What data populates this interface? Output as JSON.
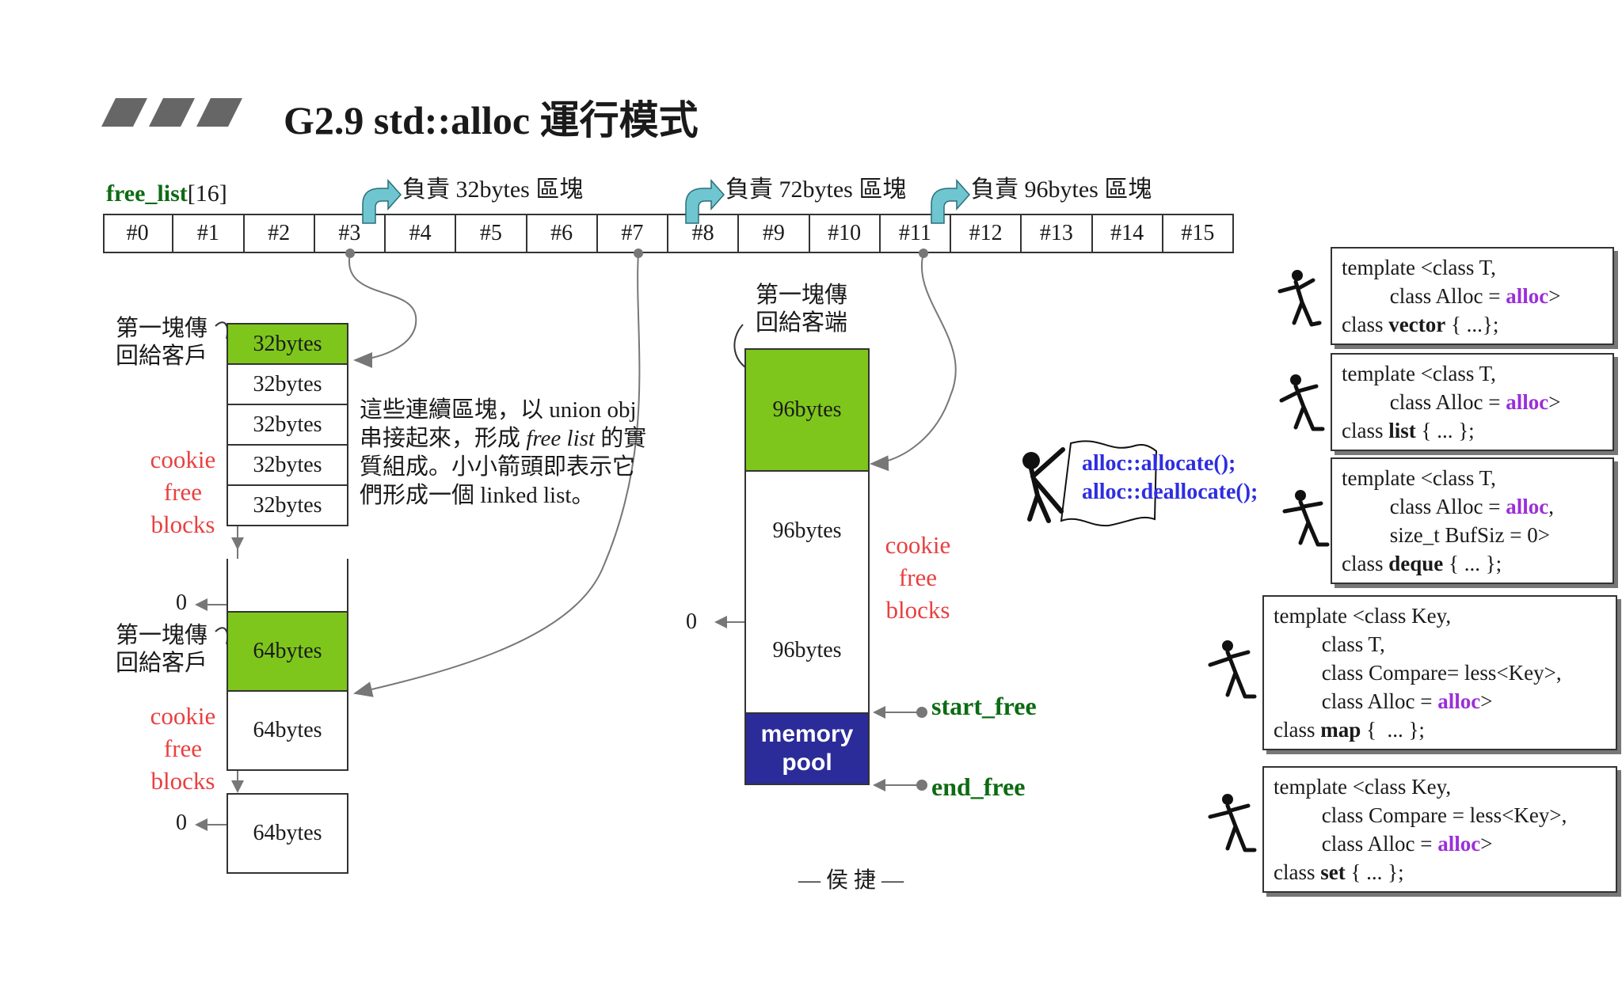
{
  "title": "G2.9 std::alloc 運行模式",
  "free_list": {
    "name": "free_list",
    "size": "[16]",
    "cells": [
      "#0",
      "#1",
      "#2",
      "#3",
      "#4",
      "#5",
      "#6",
      "#7",
      "#8",
      "#9",
      "#10",
      "#11",
      "#12",
      "#13",
      "#14",
      "#15"
    ]
  },
  "responsibilities": [
    "負責 32bytes 區塊",
    "負責 72bytes 區塊",
    "負責 96bytes 區塊"
  ],
  "left": {
    "first_block_label_1": "第一塊傳\n回給客戶",
    "first_block_label_2": "第一塊傳\n回給客戶",
    "cookie_free_1": "cookie\nfree\nblocks",
    "cookie_free_2": "cookie\nfree\nblocks",
    "blocks32": [
      "32bytes",
      "32bytes",
      "32bytes",
      "32bytes",
      "32bytes"
    ],
    "blocks64": [
      "64bytes",
      "64bytes",
      "64bytes"
    ],
    "zero": "0"
  },
  "explanation": [
    "這些連續區塊，以 union obj",
    "串接起來，形成 free list 的實",
    "質組成。小小箭頭即表示它",
    "們形成一個 linked list。"
  ],
  "middle": {
    "first_block_label": "第一塊傳\n回給客端",
    "blocks96": [
      "96bytes",
      "96bytes",
      "96bytes"
    ],
    "cookie_free": "cookie\nfree\nblocks",
    "memory_pool": "memory\npool",
    "start_free": "start_free",
    "end_free": "end_free",
    "zero": "0"
  },
  "footer": "— 侯 捷 —",
  "flag": {
    "line1": "alloc::allocate();",
    "line2": "alloc::deallocate();"
  },
  "code_boxes": [
    {
      "lines": [
        {
          "pre": "template <class T,",
          "kw": "",
          "post": ""
        },
        {
          "pre": "         class Alloc = ",
          "kw": "alloc",
          "post": ">"
        },
        {
          "pre": "class ",
          "bold": "vector",
          "post": " { ...};"
        }
      ]
    },
    {
      "lines": [
        {
          "pre": "template <class T,",
          "kw": "",
          "post": ""
        },
        {
          "pre": "         class Alloc = ",
          "kw": "alloc",
          "post": ">"
        },
        {
          "pre": "class ",
          "bold": "list",
          "post": " { ... };"
        }
      ]
    },
    {
      "lines": [
        {
          "pre": "template <class T,",
          "kw": "",
          "post": ""
        },
        {
          "pre": "         class Alloc = ",
          "kw": "alloc",
          "post": ","
        },
        {
          "pre": "         size_t BufSiz = 0>",
          "kw": "",
          "post": ""
        },
        {
          "pre": "class ",
          "bold": "deque",
          "post": " { ... };"
        }
      ]
    },
    {
      "lines": [
        {
          "pre": "template <class Key,",
          "kw": "",
          "post": ""
        },
        {
          "pre": "         class T,",
          "kw": "",
          "post": ""
        },
        {
          "pre": "         class Compare= less<Key>,",
          "kw": "",
          "post": ""
        },
        {
          "pre": "         class Alloc = ",
          "kw": "alloc",
          "post": ">"
        },
        {
          "pre": "class ",
          "bold": "map",
          "post": " {  ... };"
        }
      ]
    },
    {
      "lines": [
        {
          "pre": "template <class Key,",
          "kw": "",
          "post": ""
        },
        {
          "pre": "         class Compare = less<Key>,",
          "kw": "",
          "post": ""
        },
        {
          "pre": "         class Alloc = ",
          "kw": "alloc",
          "post": ">"
        },
        {
          "pre": "class ",
          "bold": "set",
          "post": " { ... };"
        }
      ]
    }
  ],
  "colors": {
    "green_block": "#7ec61c",
    "pool": "#2b2b99",
    "red_label": "#e84040",
    "green_text": "#0d6b13",
    "purple": "#9b2fd8",
    "flag_blue": "#2e2ee0",
    "arrow_teal": "#6fc6d0"
  }
}
